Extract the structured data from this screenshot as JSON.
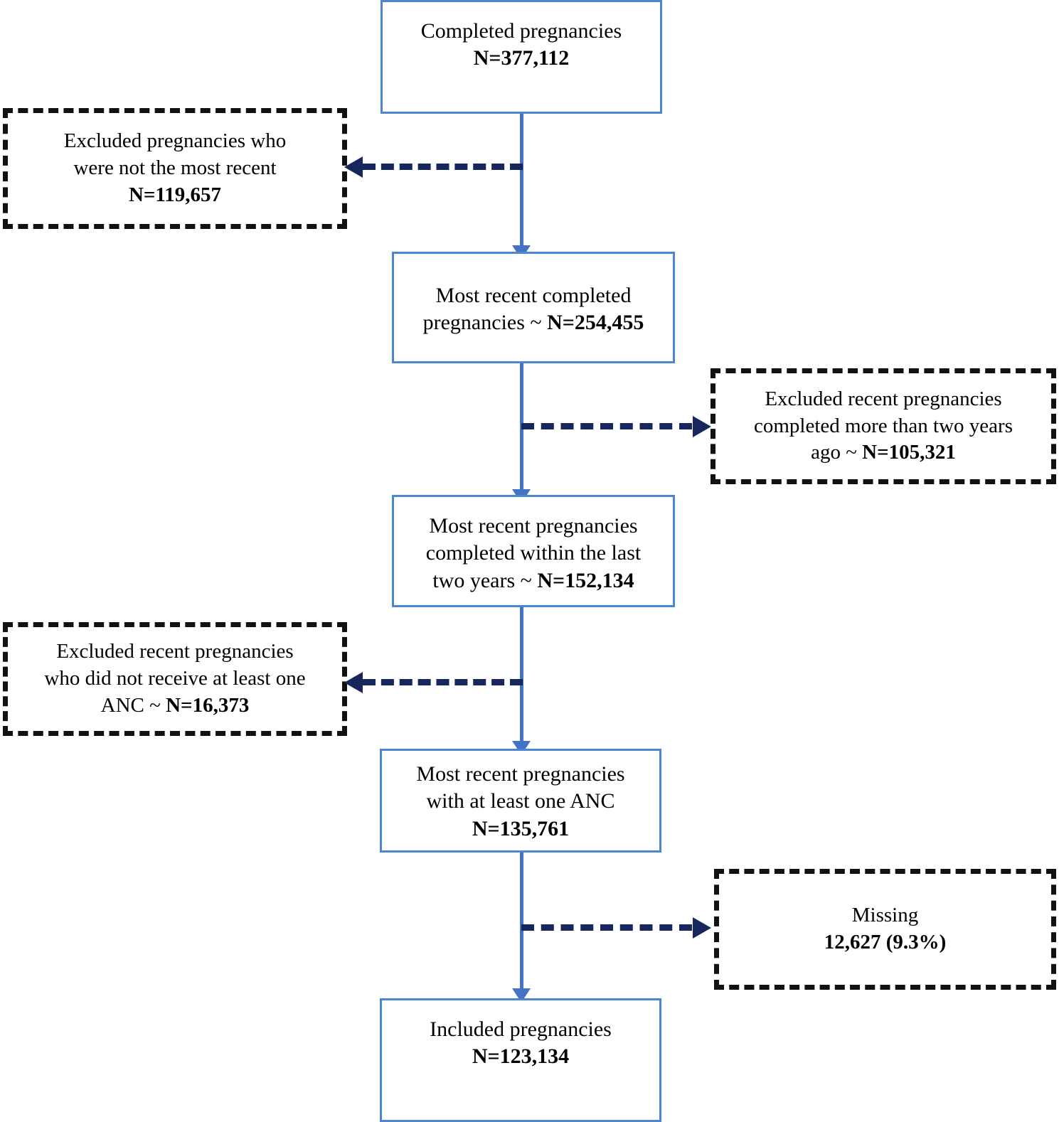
{
  "figure": {
    "type": "flowchart",
    "subtype": "participant-selection-flow-diagram",
    "colors": {
      "node_border": "#4a86d4",
      "connector": "#4472c4",
      "dashed_connector": "#17265c",
      "excluded_border": "#111111",
      "text": "#000000",
      "background": "#ffffff"
    }
  },
  "nodes": [
    {
      "id": "completed",
      "label_line1": "Completed pregnancies",
      "label_line2": "N=377,112",
      "count": 377112,
      "count_text": "377,112"
    },
    {
      "id": "most-recent-completed",
      "label_line1": "Most recent completed",
      "label_line2": "pregnancies ~ N=254,455",
      "count": 254455,
      "count_text": "254,455"
    },
    {
      "id": "within-two-years",
      "label_line1": "Most recent pregnancies",
      "label_line2": "completed within the last",
      "label_line3": "two years ~ N=152,134",
      "count": 152134,
      "count_text": "152,134"
    },
    {
      "id": "at-least-one-anc",
      "label_line1": "Most recent pregnancies",
      "label_line2": "with at least one ANC",
      "label_line3": "N=135,761",
      "count": 135761,
      "count_text": "135,761"
    },
    {
      "id": "included",
      "label_line1": "Included pregnancies",
      "label_line2": "N=123,134",
      "count": 123134,
      "count_text": "123,134"
    }
  ],
  "exclusions": [
    {
      "id": "not-most-recent",
      "side": "left",
      "label_line1": "Excluded pregnancies who",
      "label_line2": "were not the most recent",
      "label_line3": "N=119,657",
      "count": 119657,
      "count_text": "119,657"
    },
    {
      "id": "more-than-two-years",
      "side": "right",
      "label_line1": "Excluded recent pregnancies",
      "label_line2": "completed more than two years",
      "label_line3": "ago ~ N=105,321",
      "count": 105321,
      "count_text": "105,321"
    },
    {
      "id": "no-anc",
      "side": "left",
      "label_line1": "Excluded recent pregnancies",
      "label_line2": "who did not receive at least one",
      "label_line3": "ANC ~ N=16,373",
      "count": 16373,
      "count_text": "16,373"
    },
    {
      "id": "missing",
      "side": "right",
      "label_line1": "Missing",
      "label_line2": "12,627 (9.3%)",
      "count": 12627,
      "percent": "9.3%",
      "count_text": "12,627 (9.3%)"
    }
  ]
}
